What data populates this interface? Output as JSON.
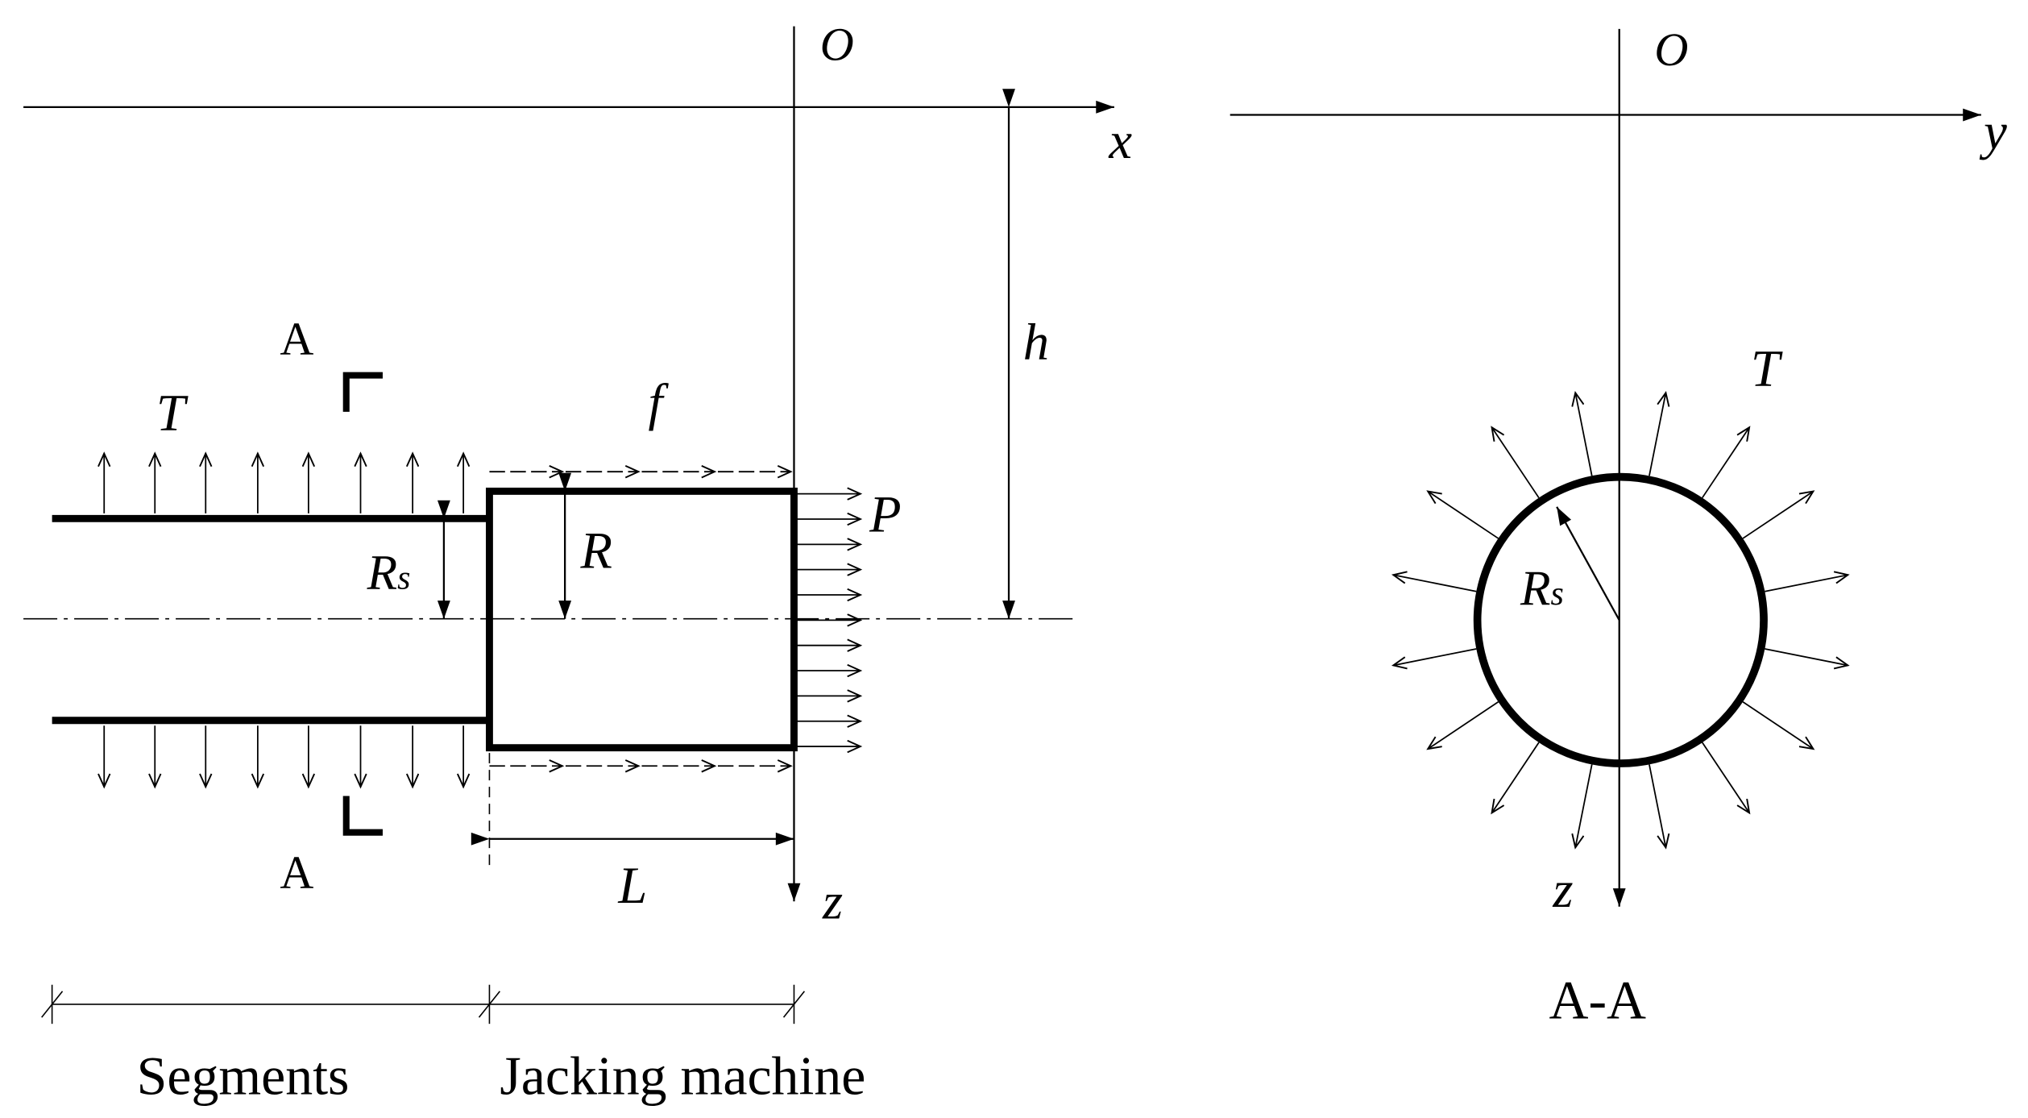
{
  "side_view": {
    "origin": "O",
    "x_axis": "x",
    "z_axis": "z",
    "depth_label": "h",
    "section_top": "A",
    "section_bottom": "A",
    "load_T": "T",
    "load_f": "f",
    "load_P": "P",
    "segment_radius": {
      "main": "R",
      "sub": "s"
    },
    "machine_radius": "R",
    "machine_length": "L",
    "segments_label": "Segments",
    "machine_label": "Jacking machine"
  },
  "section_view": {
    "origin": "O",
    "y_axis": "y",
    "z_axis": "z",
    "load_T": "T",
    "radius": {
      "main": "R",
      "sub": "s"
    },
    "caption": "A-A"
  },
  "colors": {
    "ink": "#000000",
    "background": "#ffffff"
  }
}
